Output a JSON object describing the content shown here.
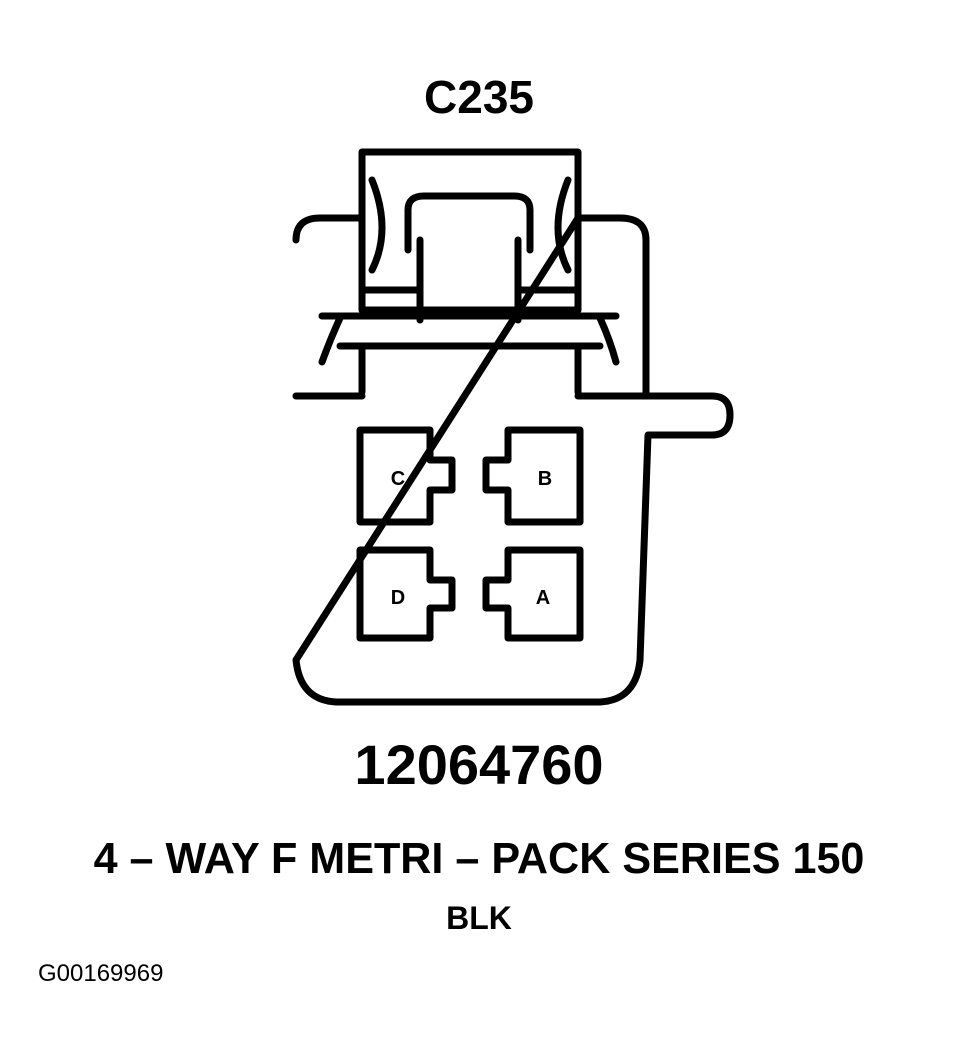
{
  "connector": {
    "id": "C235",
    "part_number": "12064760",
    "description": "4 – WAY F METRI – PACK SERIES 150",
    "color": "BLK",
    "pins": [
      {
        "label": "C"
      },
      {
        "label": "B"
      },
      {
        "label": "D"
      },
      {
        "label": "A"
      }
    ]
  },
  "figure_id": "G00169969"
}
